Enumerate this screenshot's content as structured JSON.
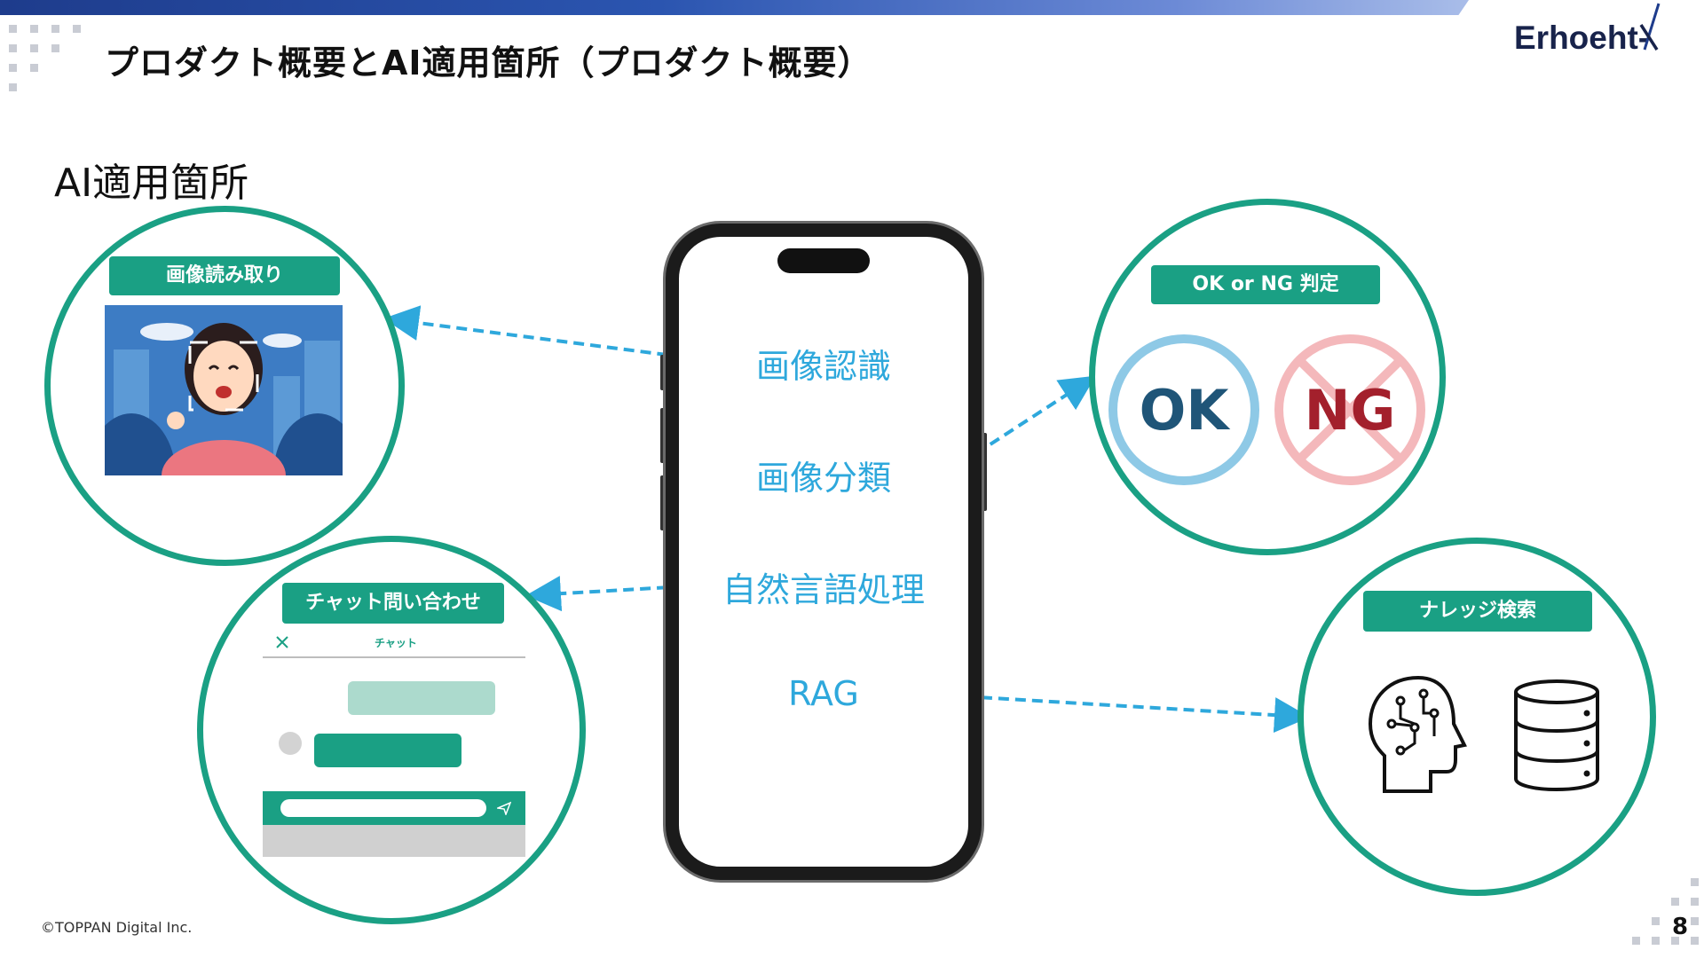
{
  "slide": {
    "title": "プロダクト概要とAI適用箇所（プロダクト概要）",
    "logo_text": "Erhoeht-",
    "logo_x": "X",
    "section_heading": "AI適用箇所",
    "footer": "©TOPPAN Digital Inc.",
    "page_number": "8"
  },
  "phone": {
    "labels": [
      "画像認識",
      "画像分類",
      "自然言語処理",
      "RAG"
    ]
  },
  "cards": {
    "image_reading": {
      "label": "画像読み取り"
    },
    "ok_ng": {
      "label": "OK or NG 判定",
      "ok_text": "OK",
      "ng_text": "NG"
    },
    "chat": {
      "label": "チャット問い合わせ",
      "header_title": "チャット"
    },
    "knowledge": {
      "label": "ナレッジ検索"
    }
  },
  "colors": {
    "accent": "#1aa084",
    "phone_text": "#2ea8dc",
    "arrow": "#2ea8dc",
    "title_bar": "#1e3c8c"
  },
  "icons": [
    "face-recognition-illustration",
    "ok-stamp-icon",
    "ng-stamp-icon",
    "close-icon",
    "send-icon",
    "ai-head-icon",
    "database-icon"
  ]
}
